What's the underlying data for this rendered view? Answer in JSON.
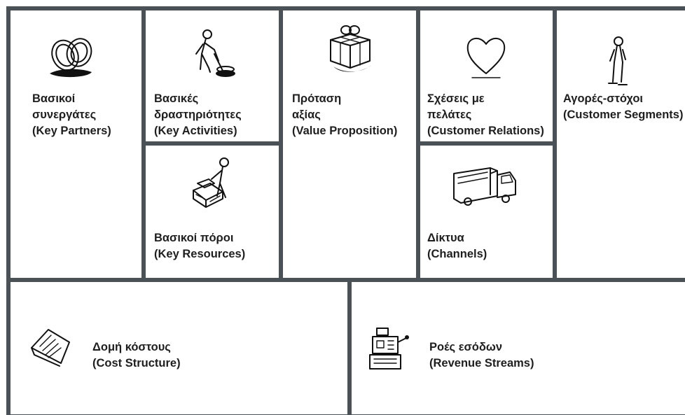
{
  "canvas": {
    "border_color": "#4a5257",
    "background": "#ffffff"
  },
  "blocks": {
    "key_partners": {
      "icon": "linked-rings-icon",
      "lines": [
        "Βασικοί",
        "συνεργάτες",
        "(Key Partners)"
      ]
    },
    "key_activities": {
      "icon": "worker-shoveling-icon",
      "lines": [
        "Βασικές",
        "δραστηριότητες",
        "(Key Activities)"
      ]
    },
    "key_resources": {
      "icon": "worker-with-crates-icon",
      "lines": [
        "Βασικοί πόροι",
        "(Key Resources)"
      ]
    },
    "value_proposition": {
      "icon": "gift-box-icon",
      "lines": [
        "Πρόταση",
        "αξίας",
        "(Value Proposition)"
      ]
    },
    "customer_relations": {
      "icon": "heart-icon",
      "lines": [
        "Σχέσεις με",
        "πελάτες",
        "(Customer Relations)"
      ]
    },
    "channels": {
      "icon": "delivery-truck-icon",
      "lines": [
        "Δίκτυα",
        "(Channels)"
      ]
    },
    "customer_segments": {
      "icon": "standing-person-icon",
      "lines": [
        "Αγορές-στόχοι",
        "(Customer Segments)"
      ]
    },
    "cost_structure": {
      "icon": "price-tag-icon",
      "lines": [
        "Δομή κόστους",
        "(Cost Structure)"
      ]
    },
    "revenue_streams": {
      "icon": "cash-register-icon",
      "lines": [
        "Ροές εσόδων",
        "(Revenue Streams)"
      ]
    }
  }
}
